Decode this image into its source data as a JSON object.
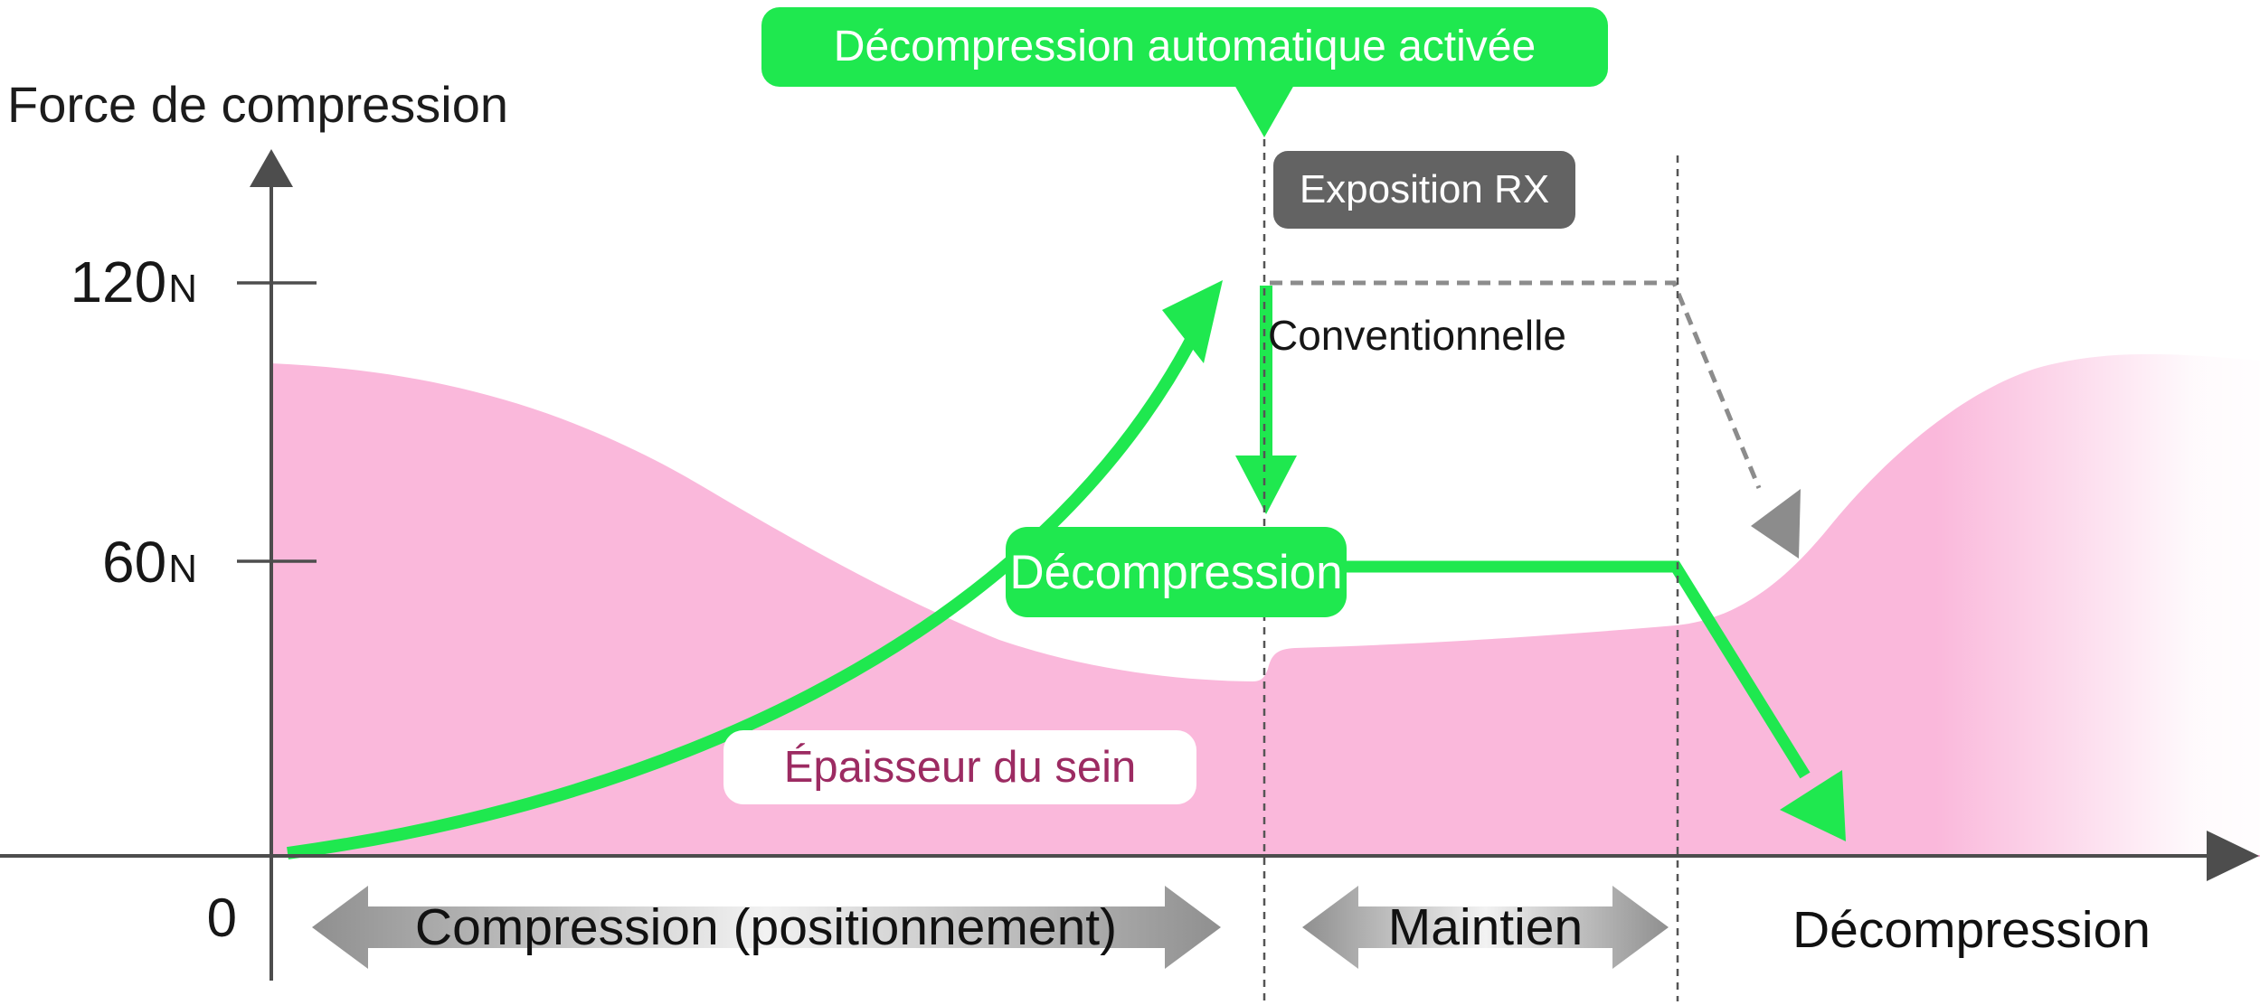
{
  "colors": {
    "green": "#1FE84F",
    "pink": "#FAB8DB",
    "dark_box_gray": "#636363",
    "axis_gray": "#4D4D4D",
    "thickness_text": "#9C2B62"
  },
  "y_axis": {
    "title": "Force de compression",
    "ticks": [
      {
        "value": "120",
        "unit": "N"
      },
      {
        "value": "60",
        "unit": "N"
      }
    ],
    "origin_label": "0"
  },
  "annotations": {
    "auto_decompression_banner": "Décompression automatique activée",
    "exposure_badge": "Exposition RX",
    "conventional_label": "Conventionnelle",
    "decompression_badge": "Décompression",
    "breast_thickness_label": "Épaisseur du sein"
  },
  "phases": [
    {
      "label": "Compression (positionnement)"
    },
    {
      "label": "Maintien"
    },
    {
      "label": "Décompression"
    }
  ],
  "chart_data": {
    "type": "area",
    "ylabel": "Force de compression",
    "y_ticks": [
      {
        "label": "60N",
        "value": 60
      },
      {
        "label": "120N",
        "value": 120
      }
    ],
    "x_phases": [
      "Compression (positionnement)",
      "Maintien",
      "Décompression"
    ],
    "series": [
      {
        "name": "Épaisseur du sein",
        "role": "pink-area"
      },
      {
        "name": "Force de compression",
        "role": "green-arrow-curve",
        "peak_value_N": 120
      }
    ],
    "annotations": [
      "Décompression automatique activée",
      "Exposition RX",
      "Conventionnelle",
      "Décompression"
    ],
    "legend_position": "none",
    "grid": false
  }
}
